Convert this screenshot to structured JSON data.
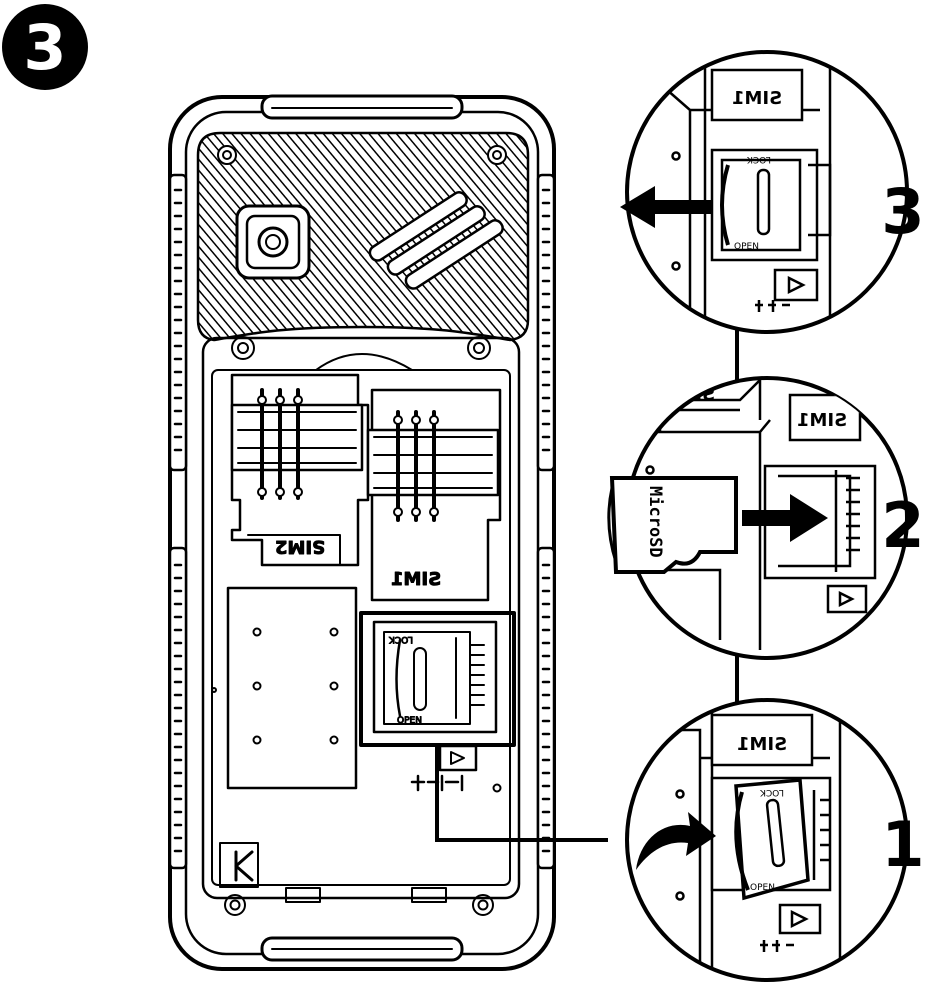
{
  "figure": {
    "step_badge": "3",
    "phone": {
      "slot_sim2": "SIM2",
      "slot_sim1": "SIM1",
      "holder_lock": "LOCK",
      "holder_open": "OPEN"
    },
    "detail_3": {
      "step": "3",
      "slot_label": "SIM1",
      "lock": "LOCK",
      "open": "OPEN"
    },
    "detail_2": {
      "step": "2",
      "slot_label": "SIM1",
      "card_label": "MicroSD"
    },
    "detail_1": {
      "step": "1",
      "slot_label": "SIM1",
      "lock": "LOCK",
      "open": "OPEN"
    }
  }
}
